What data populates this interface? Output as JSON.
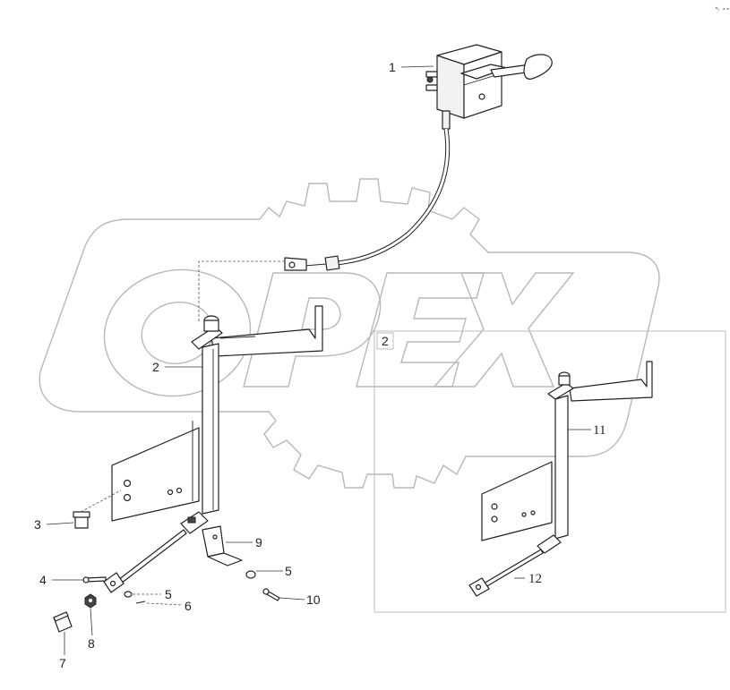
{
  "watermark": {
    "text": "OPEX"
  },
  "corner_mark": {
    "text": "↖ ∙∙∙"
  },
  "callouts": {
    "c1": "1",
    "c2": "2",
    "c2_box": "2",
    "c3": "3",
    "c4": "4",
    "c5a": "5",
    "c5b": "5",
    "c6": "6",
    "c7": "7",
    "c8": "8",
    "c9": "9",
    "c10": "10",
    "c11": "11",
    "c12": "12"
  },
  "colors": {
    "line": "#222222",
    "watermark": "#b8b8b8",
    "frame": "#bdbdbd",
    "background": "#ffffff"
  }
}
